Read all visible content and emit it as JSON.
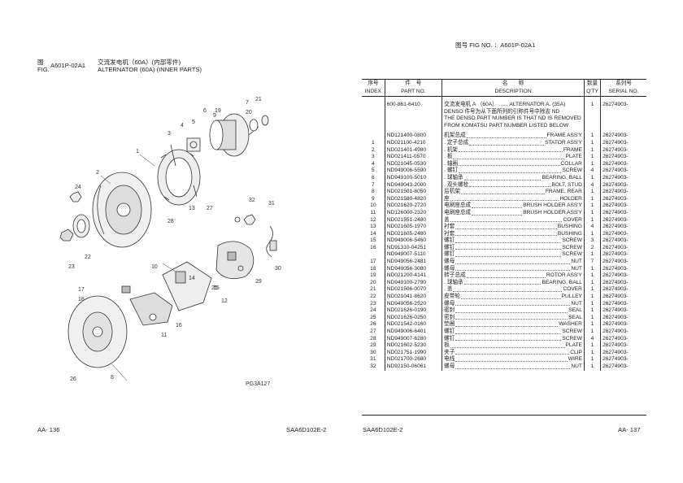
{
  "left_header": {
    "fig_cn": "图",
    "fig_en": "FIG.",
    "fig_code": "A601P-02A1",
    "title_cn": "交流发电机（60A）(内部零件)",
    "title_en": "ALTERNATOR (60A) (INNER PARTS)"
  },
  "right_header": {
    "text": "图号 FIG NO. ：A601P-02A1"
  },
  "diagram": {
    "callouts": [
      "1",
      "2",
      "3",
      "4",
      "5",
      "6",
      "7",
      "8",
      "9",
      "10",
      "11",
      "12",
      "13",
      "14",
      "15",
      "16",
      "17",
      "18",
      "19",
      "20",
      "21",
      "22",
      "23",
      "24",
      "25",
      "26",
      "27",
      "28",
      "29",
      "30",
      "31",
      "32"
    ],
    "code": "PG3A127"
  },
  "table": {
    "headers": {
      "index_cn": "序号",
      "index_en": "INDEX",
      "part_cn": "件　号",
      "part_en": "PART NO.",
      "desc_cn": "名　　称",
      "desc_en": "DESCRIPTION",
      "qty_cn": "数量",
      "qty_en": "Q'TY",
      "serial_cn": "系列号",
      "serial_en": "SERIAL NO."
    },
    "assembly": {
      "part": "600-861-6410",
      "qty": "1",
      "serial": "26274903-",
      "lines": [
        "交流发电机 A （60A） ...... ALTERNATOR A. (35A)",
        "DENSO 件号为从下面所列的引称件号中除去 ND",
        "THE DENSO PART NUMBER IS THAT ND IS REMOVED",
        "FROM KOMATSU PART NUMBER LISTED BELOW"
      ]
    },
    "rows": [
      {
        "idx": "",
        "part": "ND121400-0800",
        "cn": "机架总成",
        "en": "FRAME ASS'Y",
        "qty": "1",
        "ser": "26274903-"
      },
      {
        "idx": "1",
        "part": "ND021100-4210",
        "cn": ". 定子总成",
        "en": "STATOR ASS'Y",
        "qty": "1",
        "ser": "26274903-"
      },
      {
        "idx": "2",
        "part": "ND021401-4980",
        "cn": ". 机架",
        "en": "FRAME",
        "qty": "1",
        "ser": "26274903-"
      },
      {
        "idx": "3",
        "part": "ND021411-0570",
        "cn": ". 板",
        "en": "PLATE",
        "qty": "1",
        "ser": "26274903-"
      },
      {
        "idx": "4",
        "part": "ND021045-0530",
        "cn": ". 轴圈",
        "en": "COLLAR",
        "qty": "1",
        "ser": "26274903-"
      },
      {
        "idx": "5",
        "part": "ND949006-5590",
        "cn": ". 螺钉",
        "en": "SCREW",
        "qty": "4",
        "ser": "26274903-"
      },
      {
        "idx": "6",
        "part": "ND949100-5010",
        "cn": ". 球轴承",
        "en": "BEARING, BALL",
        "qty": "1",
        "ser": "26274903-"
      },
      {
        "idx": "7",
        "part": "ND949043-2000",
        "cn": ". 双头螺栓",
        "en": "BOLT, STUD",
        "qty": "4",
        "ser": "26274903-"
      },
      {
        "idx": "8",
        "part": "ND021501-8050",
        "cn": "后机架",
        "en": "FRAME, REAR",
        "qty": "1",
        "ser": "26274903-"
      },
      {
        "idx": "9",
        "part": "ND021580-4820",
        "cn": "座",
        "en": "HOLDER",
        "qty": "1",
        "ser": "26274903-"
      },
      {
        "idx": "10",
        "part": "ND021620-2720",
        "cn": "电刷座总成",
        "en": "BRUSH HOLDER ASS'Y",
        "qty": "1",
        "ser": "26274903-"
      },
      {
        "idx": "11",
        "part": "ND126000-2320",
        "cn": "电刷座总成",
        "en": "BRUSH HOLDER ASS'Y",
        "qty": "1",
        "ser": "26274903-"
      },
      {
        "idx": "12",
        "part": "ND021551-2480",
        "cn": "盖",
        "en": "COVER",
        "qty": "1",
        "ser": "26274903-"
      },
      {
        "idx": "13",
        "part": "ND021605-1970",
        "cn": "衬套",
        "en": "BUSHING",
        "qty": "4",
        "ser": "26274903-"
      },
      {
        "idx": "14",
        "part": "ND021605-2480",
        "cn": "衬套",
        "en": "BUSHING",
        "qty": "1",
        "ser": "26274903-"
      },
      {
        "idx": "15",
        "part": "ND949006-5460",
        "cn": "螺钉",
        "en": "SCREW",
        "qty": "3",
        "ser": "26274903-"
      },
      {
        "idx": "16",
        "part": "ND91310-04251",
        "cn": "螺钉",
        "en": "SCREW",
        "qty": "2",
        "ser": "26274903-"
      },
      {
        "idx": "",
        "part": "ND949007-5110",
        "cn": "螺钉",
        "en": "SCREW",
        "qty": "1",
        "ser": "26274903-"
      },
      {
        "idx": "17",
        "part": "ND949056-2481",
        "cn": "螺母",
        "en": "NUT",
        "qty": "7",
        "ser": "26274903-"
      },
      {
        "idx": "18",
        "part": "ND949056-3080",
        "cn": "螺母",
        "en": "NUT",
        "qty": "1",
        "ser": "26274903-"
      },
      {
        "idx": "19",
        "part": "ND021200-4141",
        "cn": "转子总成",
        "en": "ROTOR ASS'Y",
        "qty": "1",
        "ser": "26274903-"
      },
      {
        "idx": "20",
        "part": "ND949100-2790",
        "cn": ". 球轴承",
        "en": "BEARING, BALL",
        "qty": "1",
        "ser": "26274903-"
      },
      {
        "idx": "21",
        "part": "ND021506-0070",
        "cn": ". 盖",
        "en": "COVER",
        "qty": "1",
        "ser": "26274903-"
      },
      {
        "idx": "22",
        "part": "ND021041-8620",
        "cn": "皮带轮",
        "en": "PULLEY",
        "qty": "1",
        "ser": "26274903-"
      },
      {
        "idx": "23",
        "part": "ND949056-2520",
        "cn": "螺母",
        "en": "NUT",
        "qty": "1",
        "ser": "26274903-"
      },
      {
        "idx": "24",
        "part": "ND021626-0190",
        "cn": "密封",
        "en": "SEAL",
        "qty": "1",
        "ser": "26274903-"
      },
      {
        "idx": "25",
        "part": "ND021626-0250",
        "cn": "密封",
        "en": "SEAL",
        "qty": "1",
        "ser": "26274903-"
      },
      {
        "idx": "26",
        "part": "ND021542-0160",
        "cn": "垫圈",
        "en": "WASHER",
        "qty": "1",
        "ser": "26274903-"
      },
      {
        "idx": "27",
        "part": "ND949006-6401",
        "cn": "螺钉",
        "en": "SCREW",
        "qty": "1",
        "ser": "26274903-"
      },
      {
        "idx": "28",
        "part": "ND949007-6280",
        "cn": "螺钉",
        "en": "SCREW",
        "qty": "4",
        "ser": "26274903-"
      },
      {
        "idx": "29",
        "part": "ND021602-5230",
        "cn": "板",
        "en": "PLATE",
        "qty": "1",
        "ser": "26274903-"
      },
      {
        "idx": "30",
        "part": "ND021751-1990",
        "cn": "夹子",
        "en": "CLIP",
        "qty": "1",
        "ser": "26274903-"
      },
      {
        "idx": "31",
        "part": "ND021700-2680",
        "cn": "电线",
        "en": "WIRE",
        "qty": "1",
        "ser": "26274903-"
      },
      {
        "idx": "32",
        "part": "ND92150-06061",
        "cn": "螺母",
        "en": "NUT",
        "qty": "1",
        "ser": "26274903-"
      }
    ]
  },
  "footer": {
    "left_page": "AA- 136",
    "left_model": "SAA6D102E-2",
    "right_model": "SAA6D102E-2",
    "right_page": "AA- 137"
  }
}
